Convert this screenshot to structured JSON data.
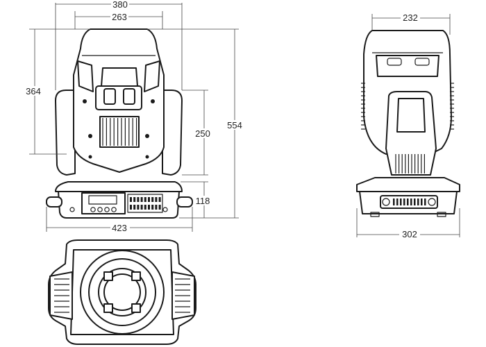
{
  "dimensions": {
    "front_total_width": "380",
    "front_head_width": "263",
    "front_head_height": "364",
    "front_total_height": "554",
    "front_arm_height": "250",
    "front_base_height": "118",
    "front_base_width": "423",
    "side_head_width": "232",
    "side_base_width": "302"
  }
}
